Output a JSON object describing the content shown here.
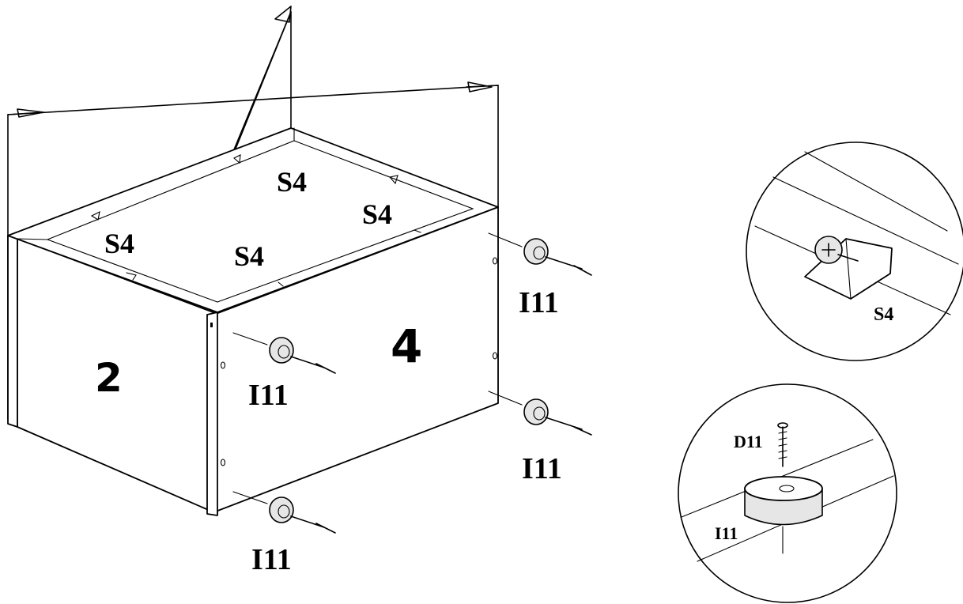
{
  "labels": {
    "s4_a": "S4",
    "s4_b": "S4",
    "s4_c": "S4",
    "s4_d": "S4",
    "i11_a": "I11",
    "i11_b": "I11",
    "i11_c": "I11",
    "i11_d": "I11"
  },
  "panels": {
    "side": "2",
    "front": "4"
  },
  "details": {
    "bracket_label": "S4",
    "foot_label": "I11",
    "screw_label": "D11"
  }
}
